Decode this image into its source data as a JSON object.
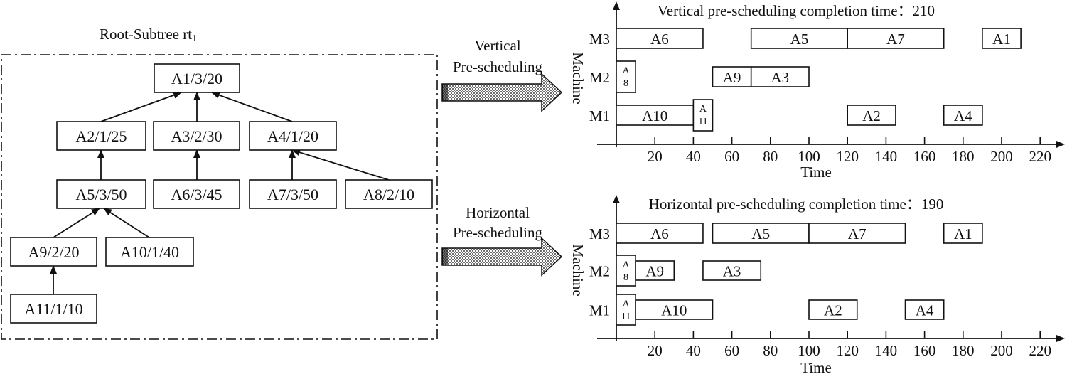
{
  "tree": {
    "title": "Root-Subtree rt",
    "title_sub": "1",
    "nodes": [
      {
        "id": "A1",
        "label": "A1/3/20"
      },
      {
        "id": "A2",
        "label": "A2/1/25"
      },
      {
        "id": "A3",
        "label": "A3/2/30"
      },
      {
        "id": "A4",
        "label": "A4/1/20"
      },
      {
        "id": "A5",
        "label": "A5/3/50"
      },
      {
        "id": "A6",
        "label": "A6/3/45"
      },
      {
        "id": "A7",
        "label": "A7/3/50"
      },
      {
        "id": "A8",
        "label": "A8/2/10"
      },
      {
        "id": "A9",
        "label": "A9/2/20"
      },
      {
        "id": "A10",
        "label": "A10/1/40"
      },
      {
        "id": "A11",
        "label": "A11/1/10"
      }
    ],
    "edges": [
      [
        "A2",
        "A1"
      ],
      [
        "A3",
        "A1"
      ],
      [
        "A4",
        "A1"
      ],
      [
        "A5",
        "A2"
      ],
      [
        "A6",
        "A3"
      ],
      [
        "A7",
        "A4"
      ],
      [
        "A8",
        "A4"
      ],
      [
        "A9",
        "A5"
      ],
      [
        "A10",
        "A5"
      ],
      [
        "A11",
        "A9"
      ]
    ]
  },
  "arrows": [
    {
      "line1": "Vertical",
      "line2": "Pre-scheduling"
    },
    {
      "line1": "Horizontal",
      "line2": "Pre-scheduling"
    }
  ],
  "charts": [
    {
      "title": "Vertical pre-scheduling completion time：210",
      "ylabel": "Machine",
      "xlabel": "Time",
      "machines": [
        "M3",
        "M2",
        "M1"
      ],
      "ticks": [
        20,
        40,
        60,
        80,
        100,
        120,
        140,
        160,
        180,
        200,
        220
      ],
      "tasks": [
        {
          "label": "A6",
          "machine": "M3",
          "start": 0,
          "end": 45
        },
        {
          "label": "A5",
          "machine": "M3",
          "start": 70,
          "end": 120
        },
        {
          "label": "A7",
          "machine": "M3",
          "start": 120,
          "end": 170
        },
        {
          "label": "A1",
          "machine": "M3",
          "start": 190,
          "end": 210
        },
        {
          "label": "A 8",
          "machine": "M2",
          "start": 0,
          "end": 10
        },
        {
          "label": "A9",
          "machine": "M2",
          "start": 50,
          "end": 70
        },
        {
          "label": "A3",
          "machine": "M2",
          "start": 70,
          "end": 100
        },
        {
          "label": "A10",
          "machine": "M1",
          "start": 0,
          "end": 40
        },
        {
          "label": "A 11",
          "machine": "M1",
          "start": 40,
          "end": 50
        },
        {
          "label": "A2",
          "machine": "M1",
          "start": 120,
          "end": 145
        },
        {
          "label": "A4",
          "machine": "M1",
          "start": 170,
          "end": 190
        }
      ]
    },
    {
      "title": "Horizontal pre-scheduling completion time：190",
      "ylabel": "Machine",
      "xlabel": "Time",
      "machines": [
        "M3",
        "M2",
        "M1"
      ],
      "ticks": [
        20,
        40,
        60,
        80,
        100,
        120,
        140,
        160,
        180,
        200,
        220
      ],
      "tasks": [
        {
          "label": "A6",
          "machine": "M3",
          "start": 0,
          "end": 45
        },
        {
          "label": "A5",
          "machine": "M3",
          "start": 50,
          "end": 100
        },
        {
          "label": "A7",
          "machine": "M3",
          "start": 100,
          "end": 150
        },
        {
          "label": "A1",
          "machine": "M3",
          "start": 170,
          "end": 190
        },
        {
          "label": "A 8",
          "machine": "M2",
          "start": 0,
          "end": 10
        },
        {
          "label": "A9",
          "machine": "M2",
          "start": 10,
          "end": 30
        },
        {
          "label": "A3",
          "machine": "M2",
          "start": 45,
          "end": 75
        },
        {
          "label": "A 11",
          "machine": "M1",
          "start": 0,
          "end": 10
        },
        {
          "label": "A10",
          "machine": "M1",
          "start": 10,
          "end": 50
        },
        {
          "label": "A2",
          "machine": "M1",
          "start": 100,
          "end": 125
        },
        {
          "label": "A4",
          "machine": "M1",
          "start": 150,
          "end": 170
        }
      ]
    }
  ]
}
